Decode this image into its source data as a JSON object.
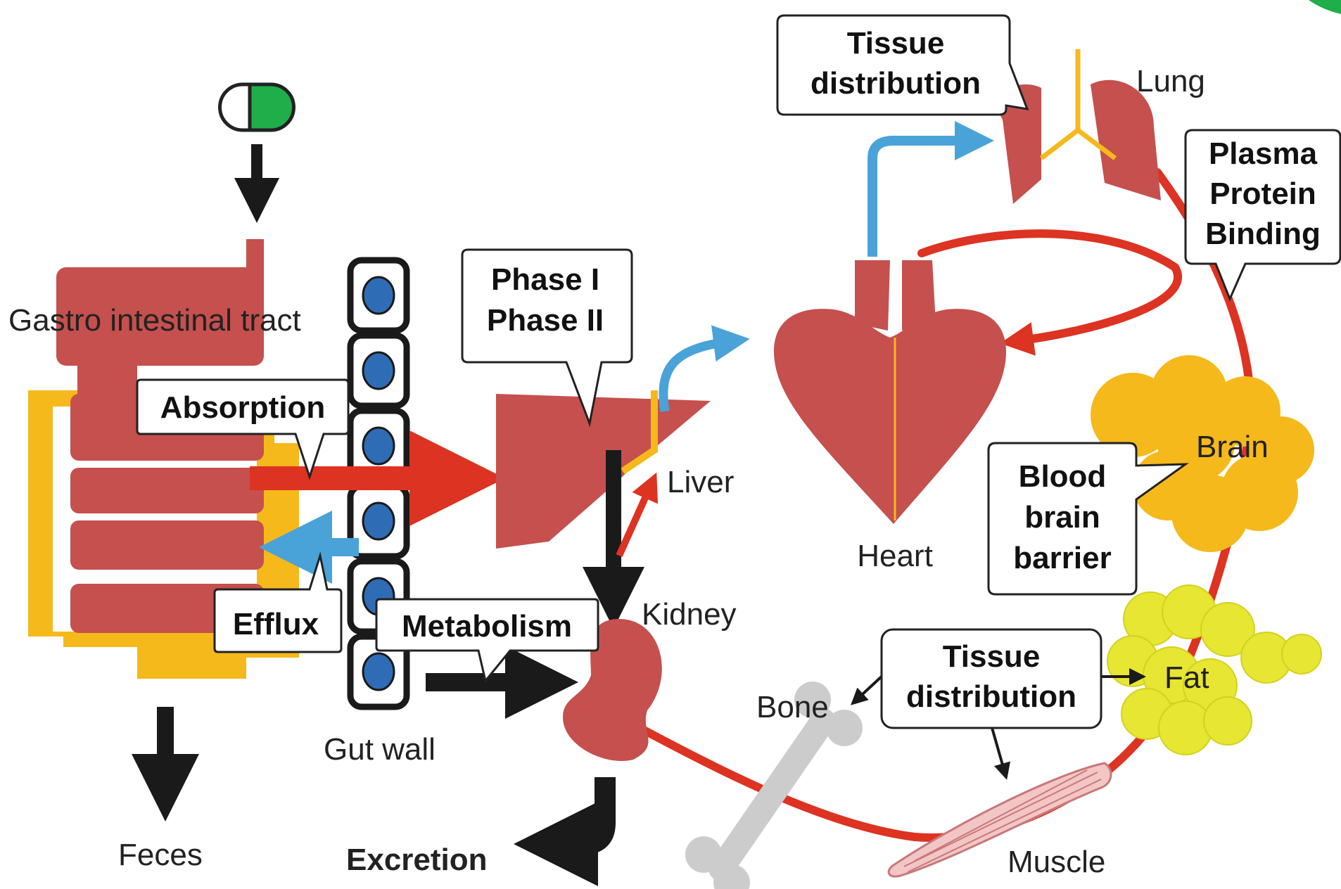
{
  "organs": {
    "gi_tract": "Gastro intestinal tract",
    "gut_wall": "Gut wall",
    "liver": "Liver",
    "kidney": "Kidney",
    "heart": "Heart",
    "lung": "Lung",
    "brain": "Brain",
    "fat": "Fat",
    "bone": "Bone",
    "muscle": "Muscle"
  },
  "outputs": {
    "feces": "Feces",
    "excretion": "Excretion"
  },
  "callouts": {
    "absorption": "Absorption",
    "efflux": "Efflux",
    "metabolism": "Metabolism",
    "phase_1": "Phase I",
    "phase_2": "Phase II",
    "tissue_distribution_top_1": "Tissue",
    "tissue_distribution_top_2": "distribution",
    "plasma_1": "Plasma",
    "plasma_2": "Protein",
    "plasma_3": "Binding",
    "bbb_1": "Blood",
    "bbb_2": "brain",
    "bbb_3": "barrier",
    "tissue_distribution_bottom_1": "Tissue",
    "tissue_distribution_bottom_2": "distribution"
  },
  "colors": {
    "organ_red": "#c5504e",
    "blood_red": "#dd3322",
    "arrow_black": "#1a1a1a",
    "arrow_blue": "#4aa3d8",
    "yellow": "#f5b91c",
    "fat_yellow": "#e6e633",
    "capsule_green": "#1fae4a",
    "bone_gray": "#cccccc",
    "cell_blue": "#2e6db5"
  }
}
